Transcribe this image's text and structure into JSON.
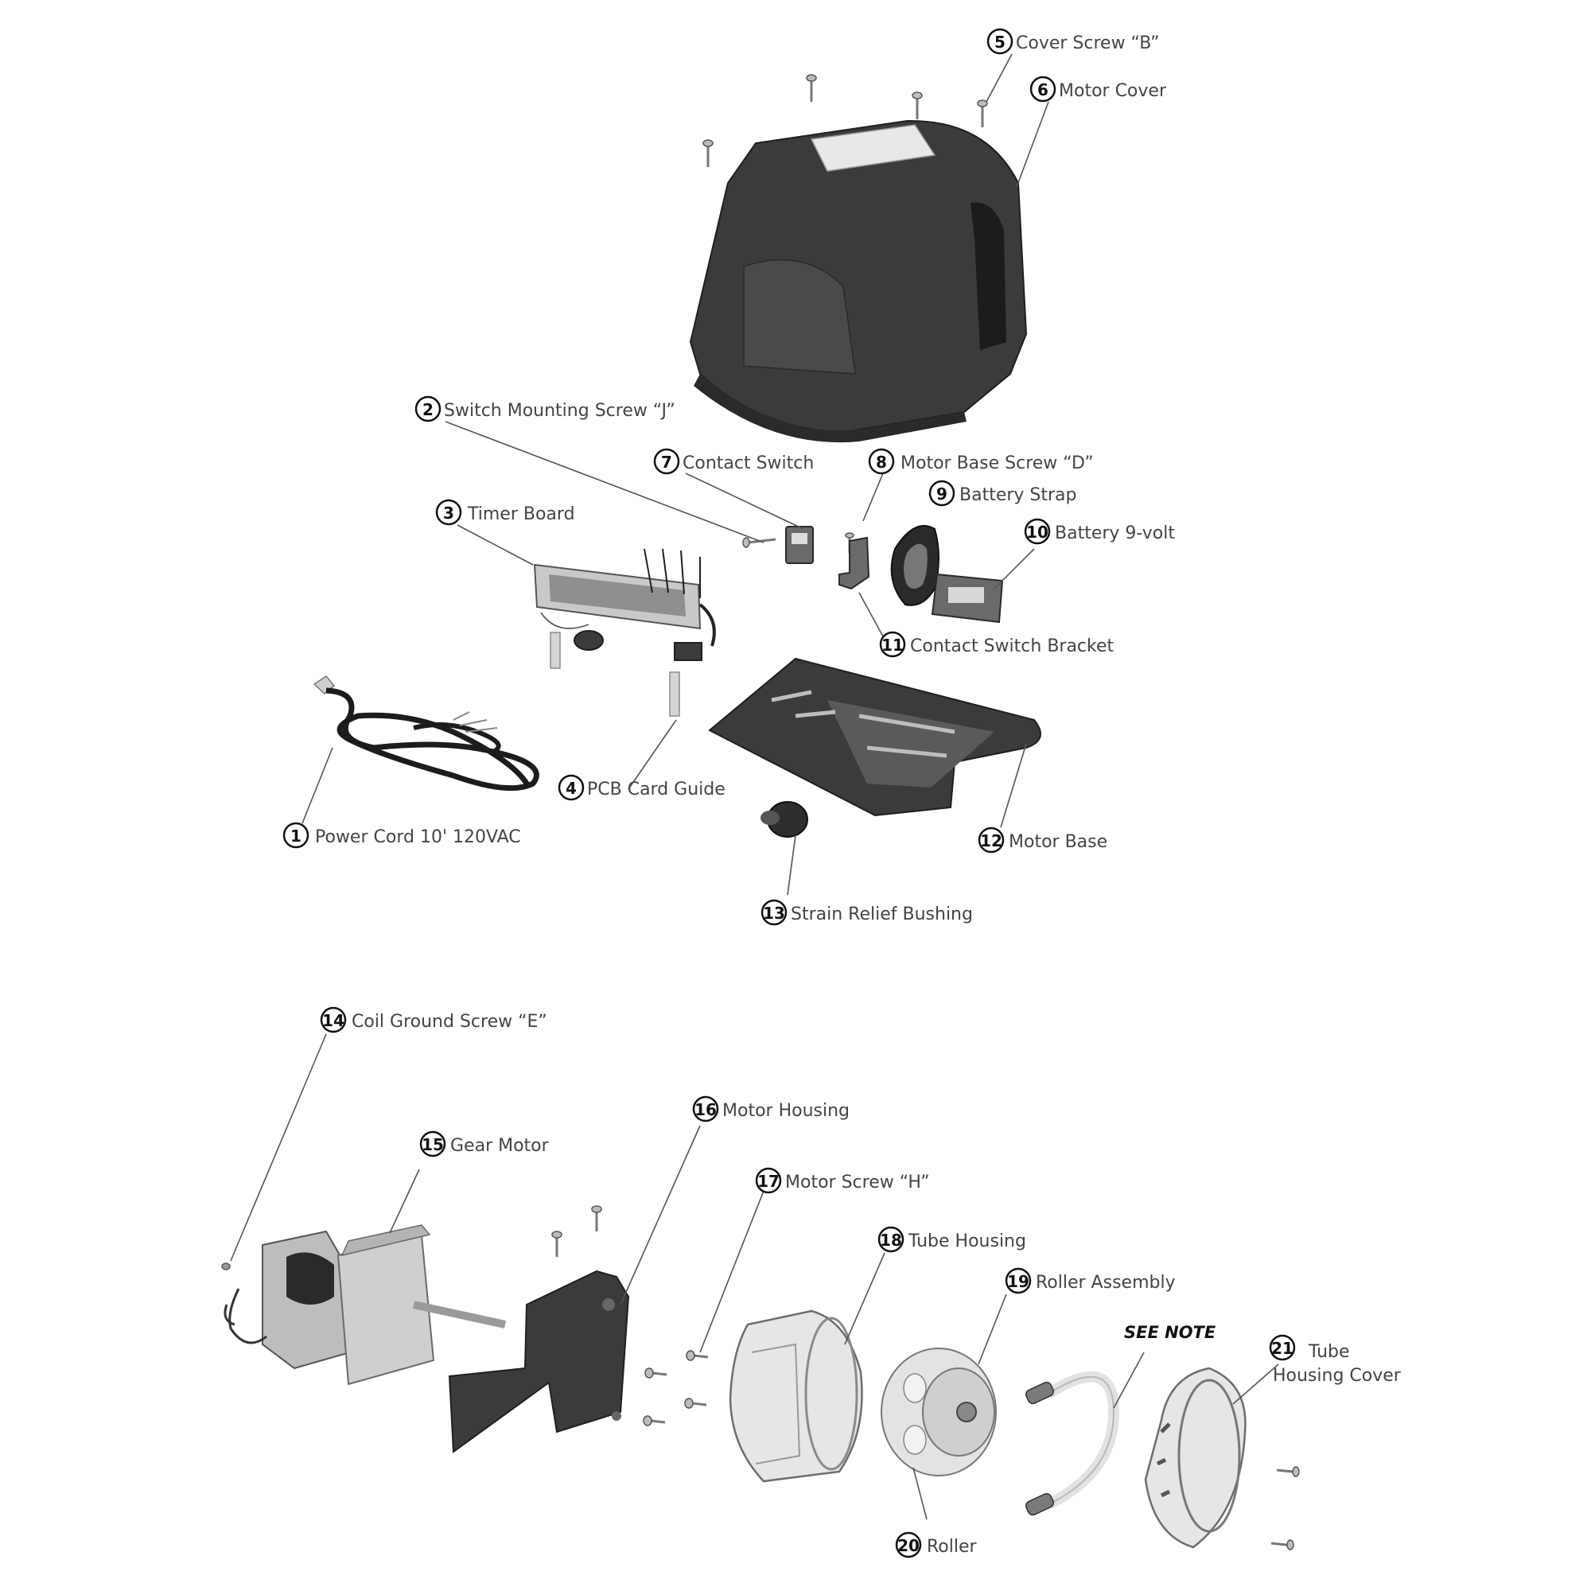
{
  "callouts": [
    {
      "number": "1",
      "label": "Power Cord 10' 120VAC"
    },
    {
      "number": "2",
      "label": "Switch Mounting Screw “J”"
    },
    {
      "number": "3",
      "label": "Timer Board"
    },
    {
      "number": "4",
      "label": "PCB Card Guide"
    },
    {
      "number": "5",
      "label": "Cover Screw “B”"
    },
    {
      "number": "6",
      "label": "Motor Cover"
    },
    {
      "number": "7",
      "label": "Contact Switch"
    },
    {
      "number": "8",
      "label": "Motor Base Screw “D”"
    },
    {
      "number": "9",
      "label": "Battery Strap"
    },
    {
      "number": "10",
      "label": "Battery 9-volt"
    },
    {
      "number": "11",
      "label": "Contact Switch Bracket"
    },
    {
      "number": "12",
      "label": "Motor Base"
    },
    {
      "number": "13",
      "label": "Strain Relief Bushing"
    },
    {
      "number": "14",
      "label": "Coil Ground Screw “E”"
    },
    {
      "number": "15",
      "label": "Gear Motor"
    },
    {
      "number": "16",
      "label": "Motor Housing"
    },
    {
      "number": "17",
      "label": "Motor Screw “H”"
    },
    {
      "number": "18",
      "label": "Tube Housing"
    },
    {
      "number": "19",
      "label": "Roller Assembly"
    },
    {
      "number": "20",
      "label": "Roller"
    },
    {
      "number": "21",
      "label": "Tube",
      "label_line2": "Housing Cover"
    }
  ],
  "note": "SEE NOTE"
}
